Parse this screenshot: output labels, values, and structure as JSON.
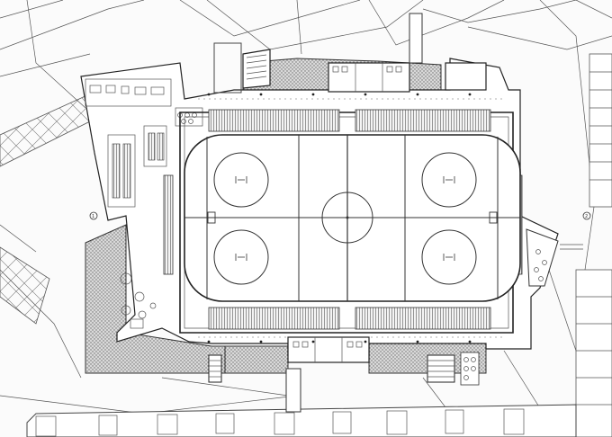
{
  "plan": {
    "background": "#fbfbfb",
    "ink": "#222222",
    "rink": {
      "zone_circles": 4,
      "center_circle": true
    },
    "seating_blocks": 4,
    "entry_markers": [
      "1",
      "2"
    ]
  }
}
